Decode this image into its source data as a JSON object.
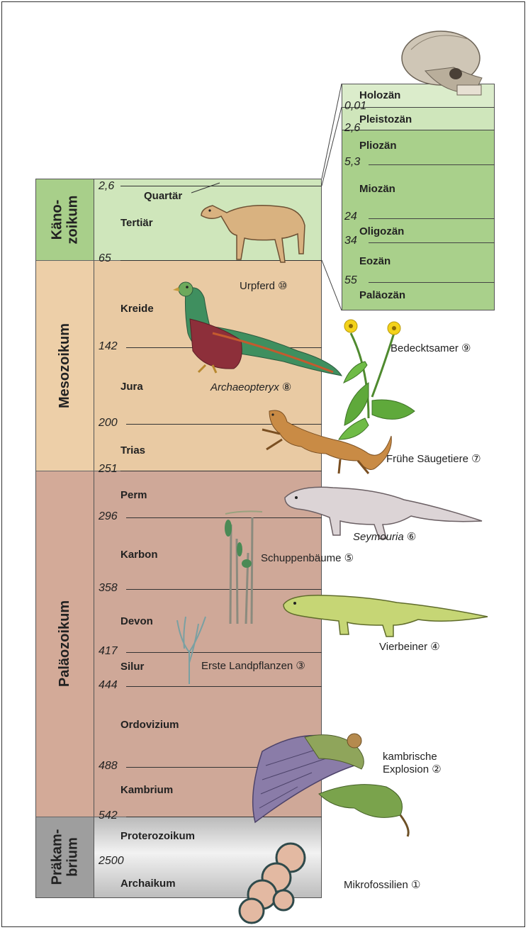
{
  "eons": [
    {
      "label": "Käno-\nzoikum",
      "lines": [
        "Käno-",
        "zoikum"
      ]
    },
    {
      "label": "Mesozoikum"
    },
    {
      "label": "Paläozoikum"
    },
    {
      "lines": [
        "Präkam-",
        "brium"
      ]
    }
  ],
  "eon_labels": {
    "kaeno_1": "Käno-",
    "kaeno_2": "zoikum",
    "meso": "Mesozoikum",
    "palaeo": "Paläozoikum",
    "praek_1": "Präkam-",
    "praek_2": "brium"
  },
  "periods": {
    "quartaer": "Quartär",
    "tertiaer": "Tertiär",
    "kreide": "Kreide",
    "jura": "Jura",
    "trias": "Trias",
    "perm": "Perm",
    "karbon": "Karbon",
    "devon": "Devon",
    "silur": "Silur",
    "ordovizium": "Ordovizium",
    "kambrium": "Kambrium",
    "proterozoikum": "Proterozoikum",
    "archaikum": "Archaikum"
  },
  "boundaries": {
    "b2_6": "2,6",
    "b65": "65",
    "b142": "142",
    "b200": "200",
    "b251": "251",
    "b296": "296",
    "b358": "358",
    "b417": "417",
    "b444": "444",
    "b488": "488",
    "b542": "542",
    "b2500": "2500"
  },
  "epochs": {
    "holozaen": "Holozän",
    "pleistozaen": "Pleistozän",
    "pliozaen": "Pliozän",
    "miozaen": "Miozän",
    "oligozaen": "Oligozän",
    "eozaen": "Eozän",
    "palaeozaen": "Paläozän",
    "n0_01": "0,01",
    "n2_6": "2,6",
    "n5_3": "5,3",
    "n24": "24",
    "n34": "34",
    "n55": "55"
  },
  "captions": {
    "urpferd": "Urpferd ⑩",
    "bedecktsamer": "Bedecktsamer ⑨",
    "archaeopteryx": "Archaeopteryx",
    "archaeopteryx_num": " ⑧",
    "saeugetiere": "Frühe Säugetiere ⑦",
    "seymouria": "Seymouria",
    "seymouria_num": " ⑥",
    "schuppenbaeume": "Schuppenbäume ⑤",
    "vierbeiner": "Vierbeiner ④",
    "landpflanzen": "Erste Landpflanzen ③",
    "kambrische_1": "kambrische",
    "kambrische_2": "Explosion ②",
    "mikrofossilien": "Mikrofossilien ①"
  },
  "colors": {
    "kaenozoikum": "#a8cf8a",
    "mesozoikum": "#edcfa8",
    "palaeozoikum": "#d3aa98",
    "praekambrium": "#9e9e9e",
    "epochs": "#a9d08b"
  }
}
